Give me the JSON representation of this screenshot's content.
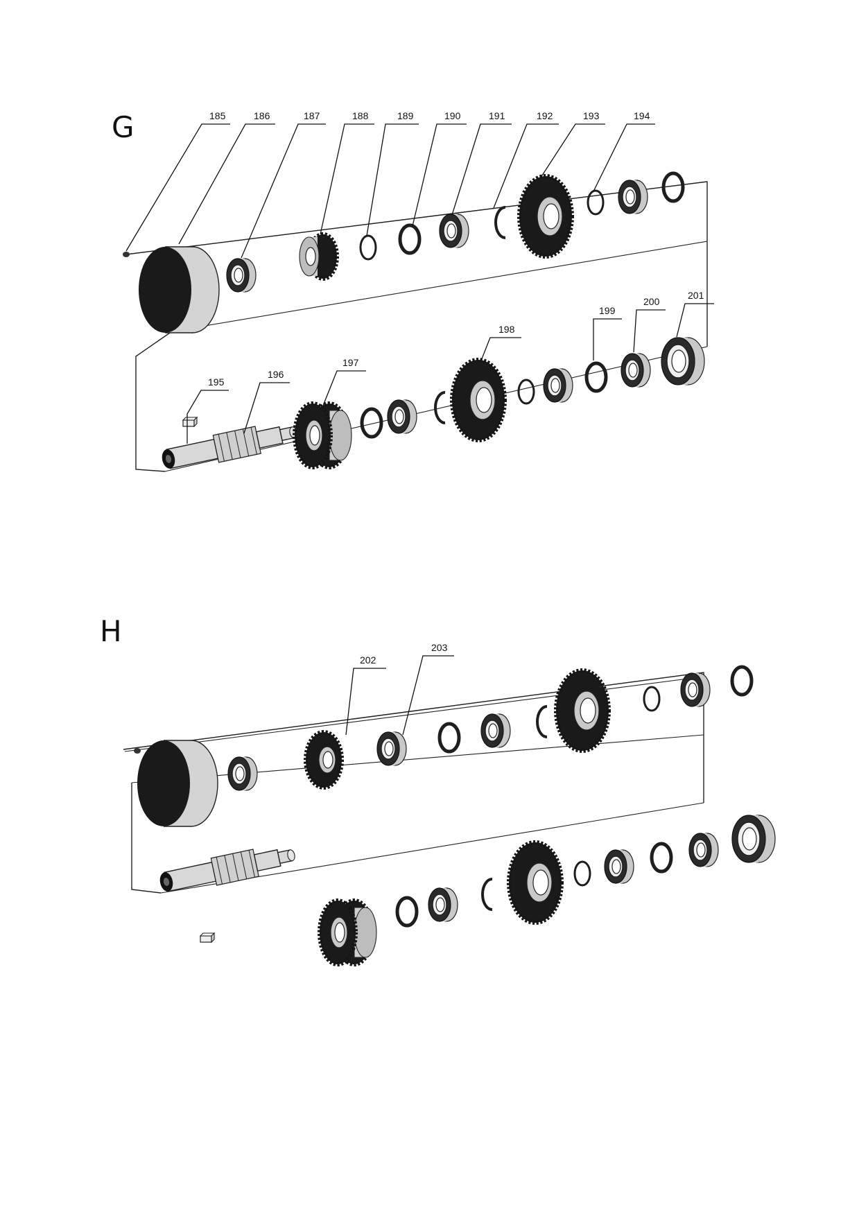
{
  "sections": [
    {
      "letter": "G",
      "callouts": [
        "185",
        "186",
        "187",
        "188",
        "189",
        "190",
        "191",
        "192",
        "193",
        "194",
        "195",
        "196",
        "197",
        "198",
        "199",
        "200",
        "201"
      ]
    },
    {
      "letter": "H",
      "callouts": [
        "202",
        "203"
      ]
    }
  ]
}
